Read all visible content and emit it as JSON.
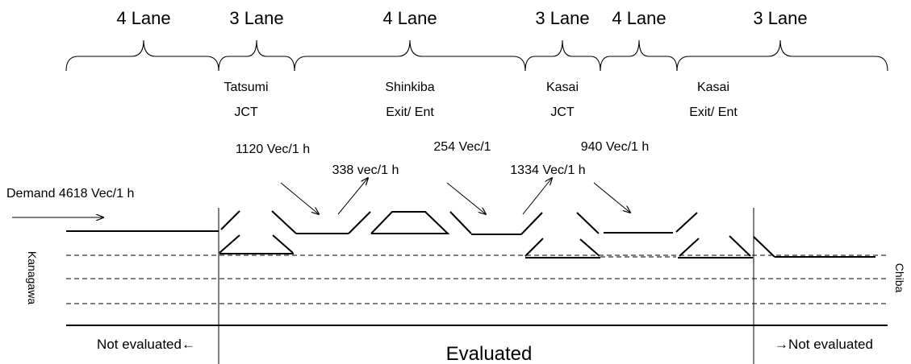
{
  "sections": [
    {
      "id": "sec1",
      "label": "4 Lane"
    },
    {
      "id": "sec2",
      "label": "3 Lane"
    },
    {
      "id": "sec3",
      "label": "4 Lane"
    },
    {
      "id": "sec4",
      "label": "3 Lane"
    },
    {
      "id": "sec5",
      "label": "4 Lane"
    },
    {
      "id": "sec6",
      "label": "3 Lane"
    }
  ],
  "junctions": {
    "tatsumi": {
      "line1": "Tatsumi",
      "line2": "JCT"
    },
    "shinkiba": {
      "line1": "Shinkiba",
      "line2": "Exit/ Ent"
    },
    "kasai_jct": {
      "line1": "Kasai",
      "line2": "JCT"
    },
    "kasai_exit": {
      "line1": "Kasai",
      "line2": "Exit/ Ent"
    }
  },
  "flows": {
    "demand": "Demand 4618 Vec/1 h",
    "tatsumi_in": "1120 Vec/1 h",
    "tatsumi_out": "338 vec/1 h",
    "shinkiba_in": "254 Vec/1",
    "shinkiba_out": "1334 Vec/1 h",
    "kasai_in": "940 Vec/1 h"
  },
  "ends": {
    "west": "Kanagawa",
    "east": "Chiba"
  },
  "evaluation": {
    "left": "Not evaluated←",
    "center": "Evaluated",
    "right": "→Not evaluated"
  }
}
